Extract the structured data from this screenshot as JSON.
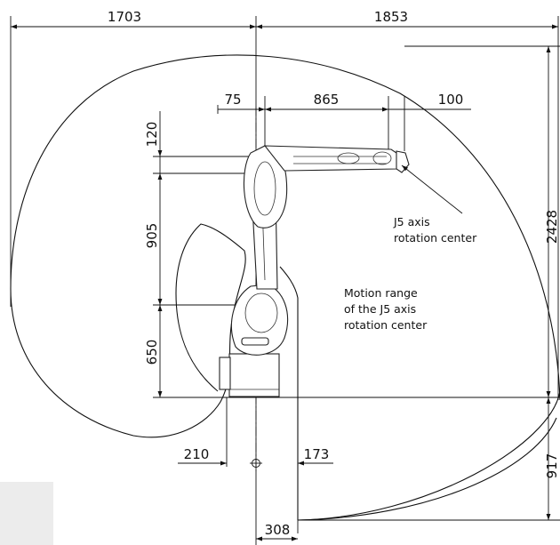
{
  "dimensions": {
    "reach_left": "1703",
    "reach_right": "1853",
    "offset_75": "75",
    "arm_865": "865",
    "tool_100": "100",
    "height_120": "120",
    "arm_905": "905",
    "base_650": "650",
    "total_height": "2428",
    "below_917": "917",
    "left_210": "210",
    "right_173": "173",
    "width_308": "308"
  },
  "labels": {
    "j5_center_line1": "J5 axis",
    "j5_center_line2": "rotation center",
    "motion_line1": "Motion range",
    "motion_line2": "of the J5 axis",
    "motion_line3": "rotation center"
  },
  "colors": {
    "line": "#111111",
    "background": "#ffffff",
    "corner_box": "#ececec"
  }
}
